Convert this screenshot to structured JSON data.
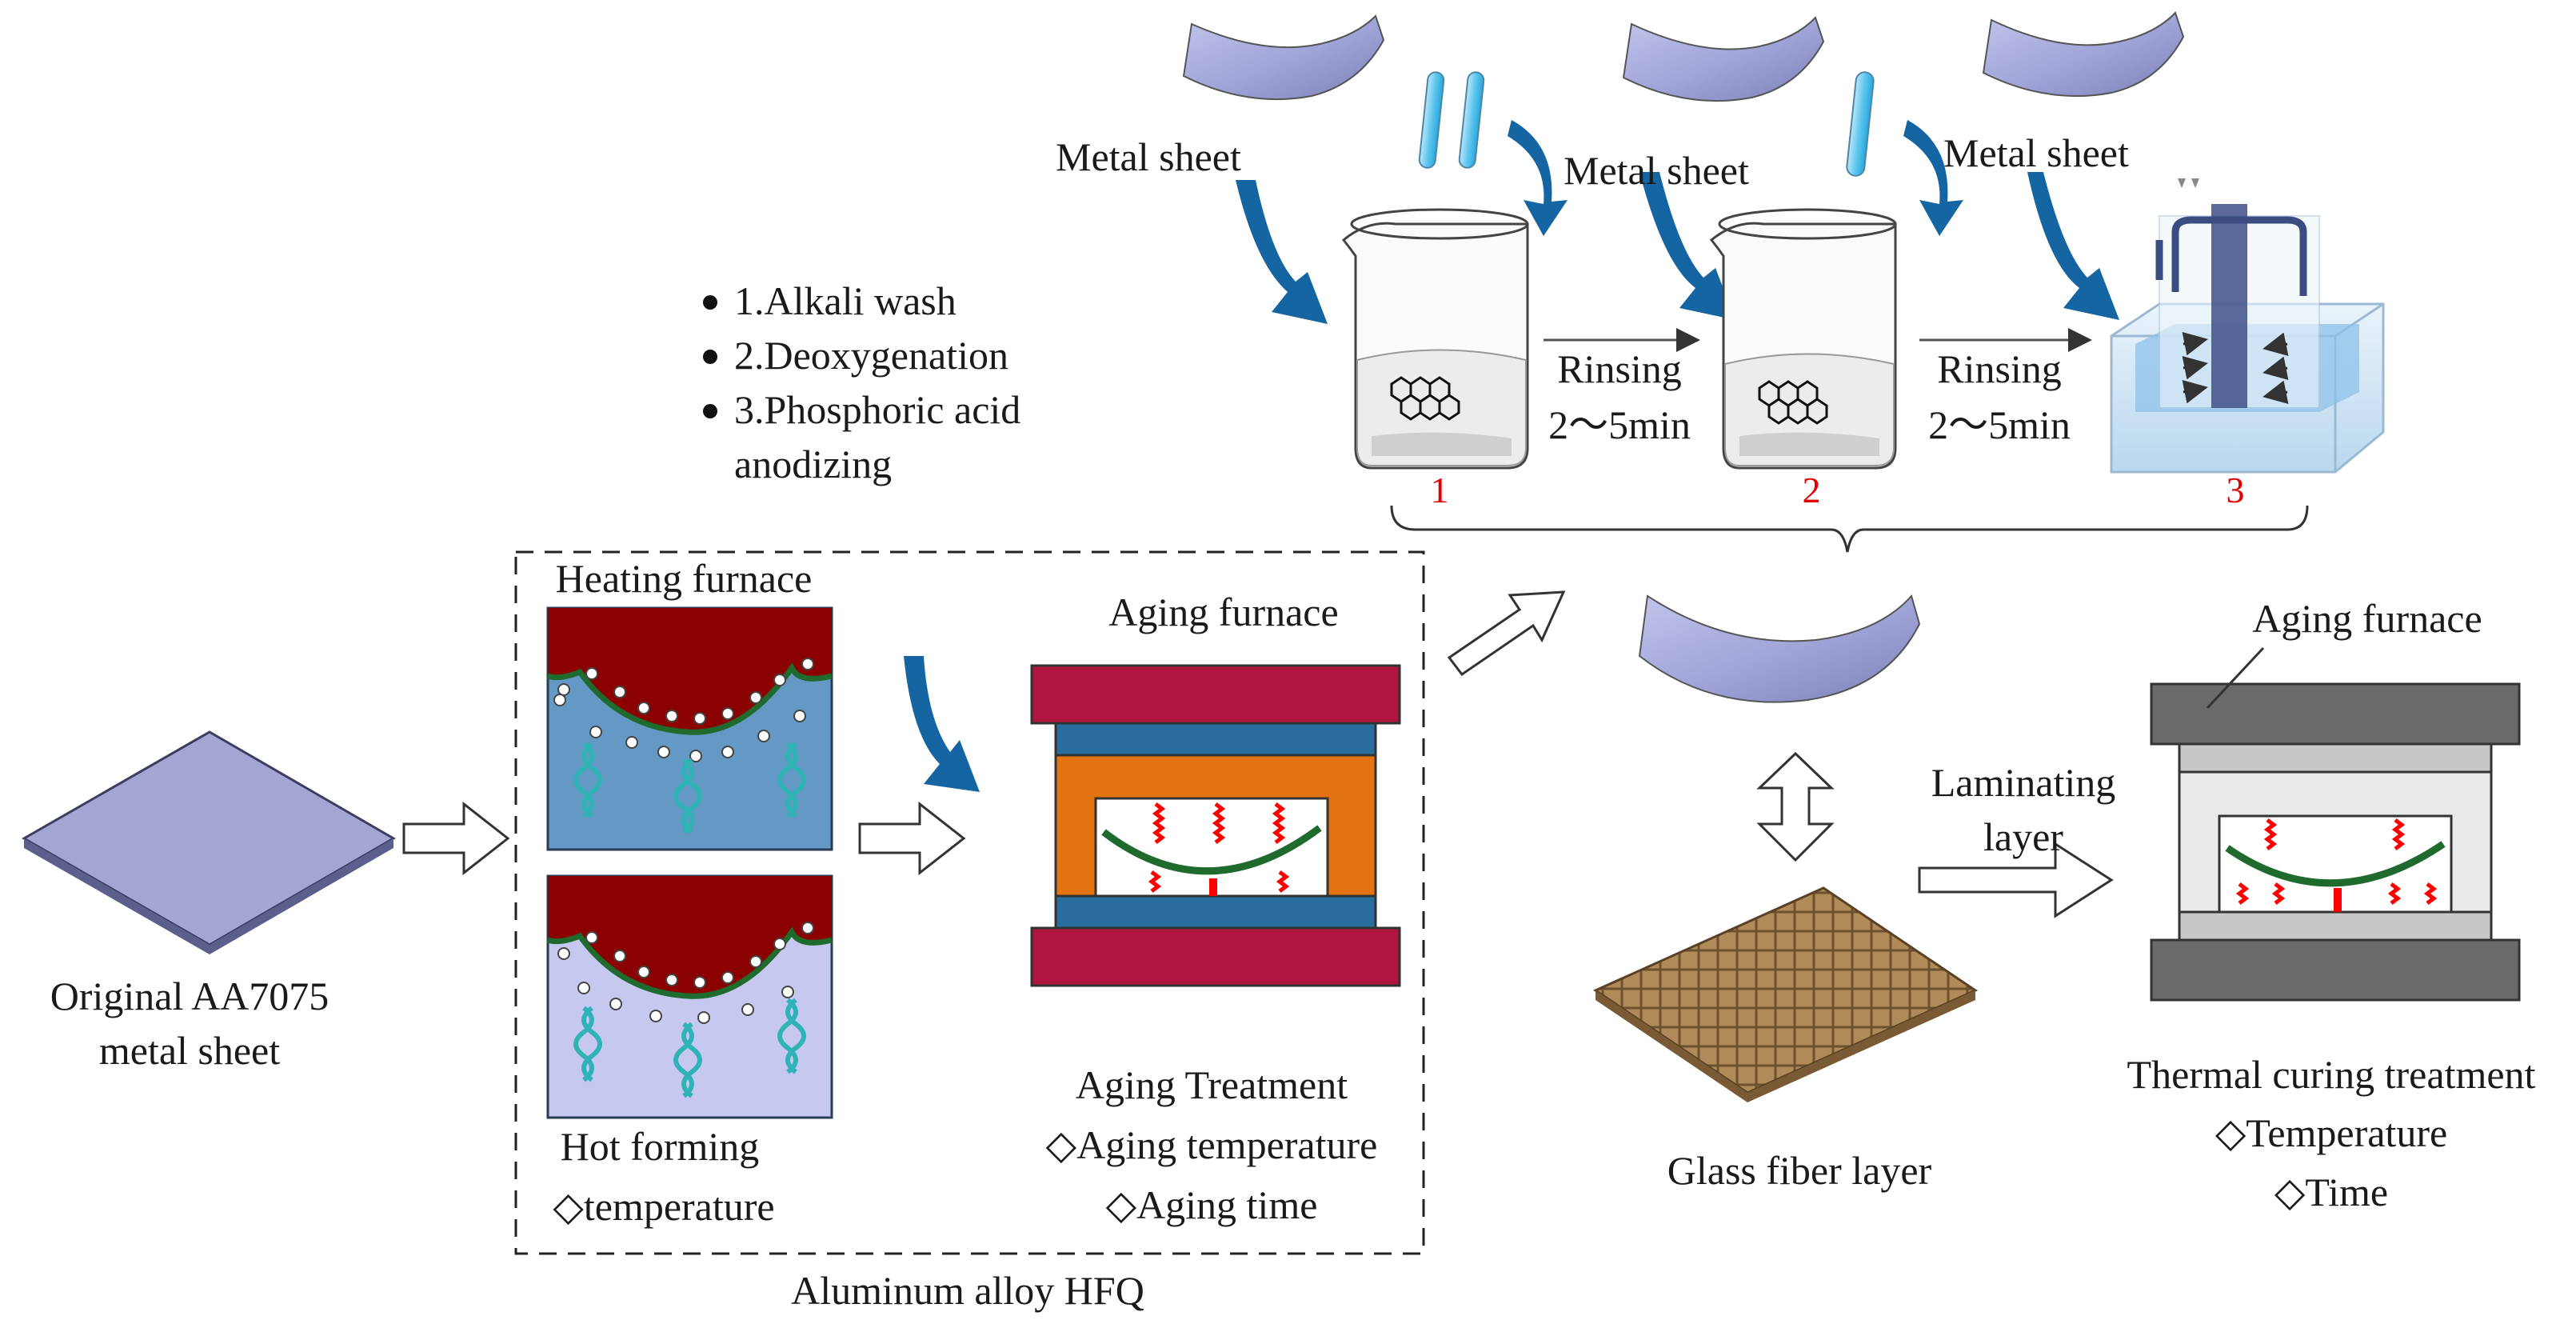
{
  "labels": {
    "metal_sheet_1": "Metal sheet",
    "metal_sheet_2": "Metal sheet",
    "metal_sheet_3": "Metal sheet",
    "rinsing_1": "Rinsing",
    "rinsing_time_1": "2～5min",
    "rinsing_2": "Rinsing",
    "rinsing_time_2": "2～5min",
    "step_1": "1",
    "step_2": "2",
    "step_3": "3",
    "original_line1": "Original AA7075",
    "original_line2": "metal sheet",
    "heating_furnace": "Heating furnace",
    "hot_forming": "Hot forming",
    "hot_forming_param": "◇temperature",
    "aging_furnace_1": "Aging furnace",
    "aging_treatment": "Aging Treatment",
    "aging_temperature": "◇Aging temperature",
    "aging_time": "◇Aging time",
    "hfq_caption": "Aluminum alloy HFQ",
    "glass_fiber": "Glass fiber layer",
    "laminating_line1": "Laminating",
    "laminating_line2": "layer",
    "aging_furnace_2": "Aging furnace",
    "thermal_curing": "Thermal curing treatment",
    "curing_temperature": "◇Temperature",
    "curing_time": "◇Time"
  },
  "treatment_steps": [
    "1.Alkali wash",
    "2.Deoxygenation",
    "3.Phosphoric acid",
    "anodizing"
  ],
  "colors": {
    "sheet": "#a4a5d2",
    "curved_sheet": "#9fa3d6",
    "arrow_blue": "#1565a3",
    "die_dark_red": "#8b0000",
    "die_crimson": "#b0153f",
    "water_blue": "#6499c6",
    "water_lavender": "#c7c8ef",
    "helix_teal": "#2fb3b5",
    "orange": "#e37211",
    "steel_blue": "#2a6ea0",
    "green_curve": "#1f6b2e",
    "red_spring": "#ff0000",
    "glass_fiber": "#b08a59",
    "press_gray": "#6a6a6a",
    "step_number_red": "#e00000"
  }
}
